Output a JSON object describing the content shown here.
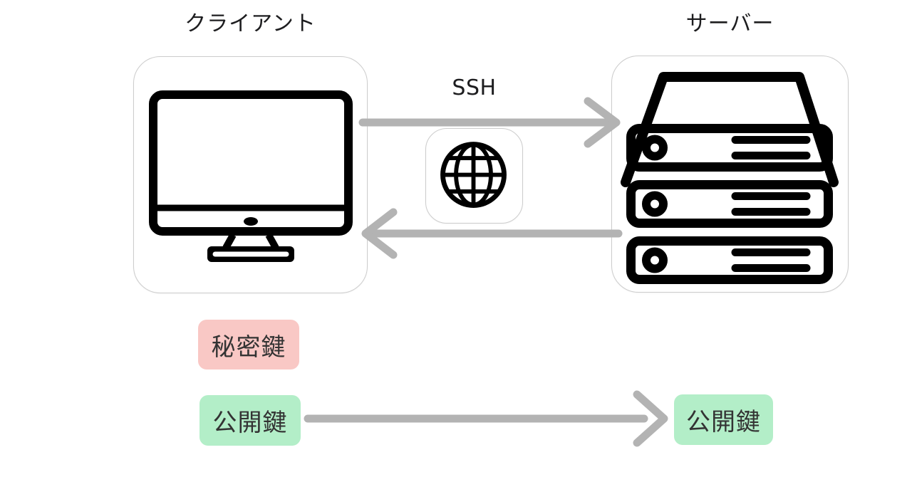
{
  "labels": {
    "client": "クライアント",
    "server": "サーバー",
    "protocol": "SSH"
  },
  "badges": {
    "private_key": "秘密鍵",
    "public_key_client": "公開鍵",
    "public_key_server": "公開鍵"
  },
  "flows": [
    {
      "from": "client",
      "to": "server",
      "label": "SSH",
      "via": "network"
    },
    {
      "from": "server",
      "to": "client",
      "label": "",
      "via": "network"
    },
    {
      "from": "public_key_client",
      "to": "public_key_server",
      "label": ""
    }
  ],
  "icons": {
    "client": "monitor-icon",
    "server": "server-rack-icon",
    "network": "globe-icon"
  },
  "colors": {
    "private_key_bg": "#f9c8c5",
    "public_key_bg": "#b3eec8",
    "arrow": "#b3b3b3",
    "icon_stroke": "#000000",
    "box_border": "#cccccc",
    "text": "#1d1d1f"
  }
}
